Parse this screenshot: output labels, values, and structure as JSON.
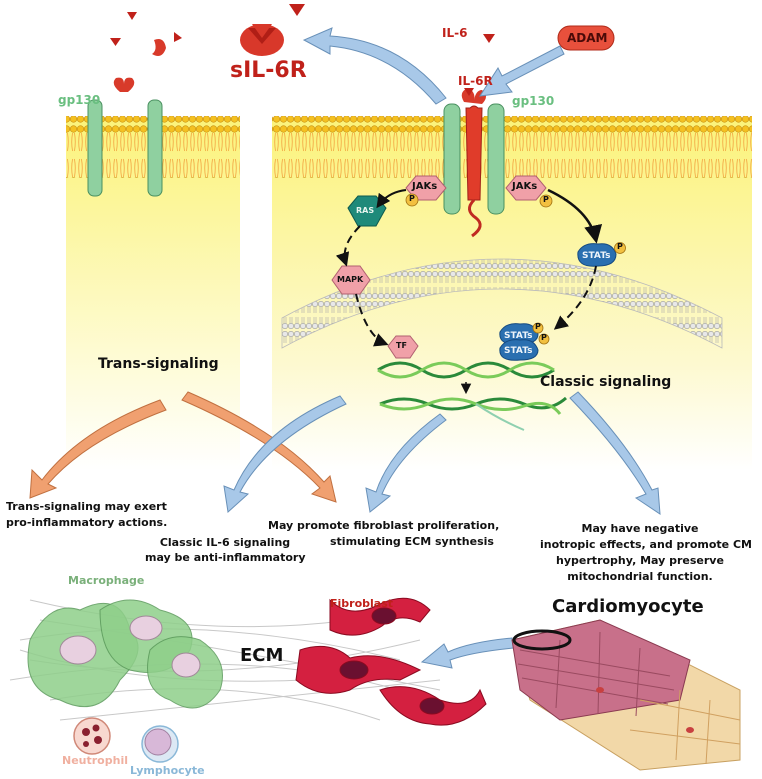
{
  "top": {
    "sil6r": "sIL-6R",
    "il6": "IL-6",
    "il6r": "IL-6R",
    "adam": "ADAM",
    "gp130_left": "gp130",
    "gp130_right": "gp130"
  },
  "pathway": {
    "jaks_left": "JAKs",
    "jaks_right": "JAKs",
    "phospho": "P",
    "ras": "RAS",
    "mapk": "MAPK",
    "stats": "STATs",
    "stats_dimer_top": "STATs",
    "stats_dimer_bottom": "STATs",
    "tf": "TF"
  },
  "signaling": {
    "trans": "Trans-signaling",
    "classic": "Classic signaling"
  },
  "effects": {
    "trans_line1": "Trans-signaling may exert",
    "trans_line2": "pro-inflammatory actions.",
    "classic_line1": "Classic IL-6 signaling",
    "classic_line2": "may be anti-inflammatory",
    "fibro_line1": "May  promote fibroblast proliferation,",
    "fibro_line2": "stimulating ECM synthesis",
    "cm_line1": "May have negative",
    "cm_line2": "inotropic effects, and promote CM",
    "cm_line3": "hypertrophy, May preserve",
    "cm_line4": "mitochondrial function."
  },
  "cells": {
    "macrophage": "Macrophage",
    "fibroblast": "Fibroblast",
    "ecm": "ECM",
    "cardiomyocyte": "Cardiomyocyte",
    "neutrophil": "Neutrophil",
    "lymphocyte": "Lymphocyte"
  },
  "colors": {
    "gp130": "#8fd0a0",
    "il6r": "#e03c2a",
    "il6": "#c0211a",
    "adam": "#e8503c",
    "jaks": "#f0a0a8",
    "ras": "#1f8a7a",
    "stats": "#2a6fb0",
    "phospho": "#f2c040",
    "arrow_orange": "#f0a070",
    "arrow_blue": "#a8c8e8",
    "macrophage": "#6fae6f",
    "fibroblast": "#d42040",
    "neutrophil": "#f0b0a0",
    "lymphocyte": "#8ab8d8"
  }
}
